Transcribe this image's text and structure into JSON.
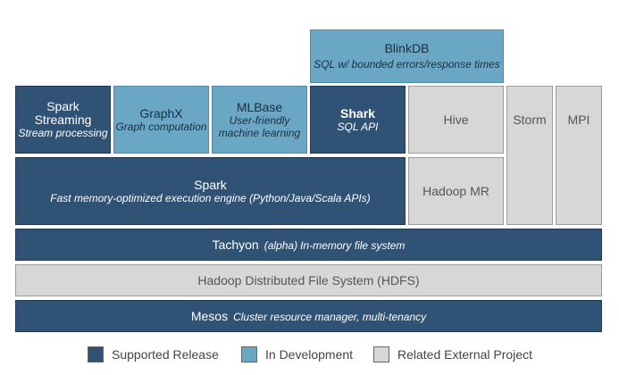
{
  "colors": {
    "supported": "#2f5275",
    "in_development": "#6aa7c4",
    "external": "#d7d7d7"
  },
  "blinkdb": {
    "title": "BlinkDB",
    "subtitle": "SQL w/ bounded errors/response times"
  },
  "spark_streaming": {
    "title_line1": "Spark",
    "title_line2": "Streaming",
    "subtitle": "Stream processing"
  },
  "graphx": {
    "title": "GraphX",
    "subtitle": "Graph computation"
  },
  "mlbase": {
    "title": "MLBase",
    "subtitle_line1": "User-friendly",
    "subtitle_line2": "machine learning"
  },
  "shark": {
    "title": "Shark",
    "subtitle": "SQL API"
  },
  "hive": {
    "title": "Hive"
  },
  "storm": {
    "title": "Storm"
  },
  "mpi": {
    "title": "MPI"
  },
  "spark": {
    "title": "Spark",
    "subtitle": "Fast memory-optimized execution engine (Python/Java/Scala APIs)"
  },
  "hadoop_mr": {
    "title": "Hadoop MR"
  },
  "tachyon": {
    "title": "Tachyon",
    "tag": "(alpha)",
    "subtitle": "In-memory file system"
  },
  "hdfs": {
    "title": "Hadoop Distributed File System (HDFS)"
  },
  "mesos": {
    "title": "Mesos",
    "subtitle": "Cluster resource manager, multi-tenancy"
  },
  "legend": {
    "supported": "Supported Release",
    "in_development": "In Development",
    "external": "Related External Project"
  }
}
